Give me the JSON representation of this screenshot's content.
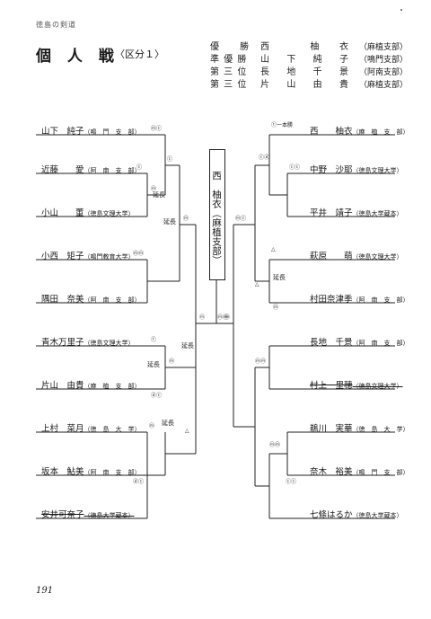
{
  "header": "徳島の剣道",
  "title": "個 人 戦",
  "subtitle": "〈区分１〉",
  "results": [
    {
      "rank": "優　　勝",
      "name": [
        "西",
        "柚",
        "衣"
      ],
      "club": "（麻植支部）"
    },
    {
      "rank": "準 優 勝",
      "name": [
        "山",
        "下",
        "純",
        "子"
      ],
      "club": "（鳴門支部）"
    },
    {
      "rank": "第 三 位",
      "name": [
        "長",
        "地",
        "千",
        "景"
      ],
      "club": "（阿南支部）"
    },
    {
      "rank": "第 三 位",
      "name": [
        "片",
        "山",
        "由",
        "貴"
      ],
      "club": "（麻植支部）"
    }
  ],
  "champion": "西　柚衣（麻植支部）",
  "left_players": [
    {
      "name": "山下　純子",
      "club": "（鳴　門　支　部）"
    },
    {
      "name": "近藤　　愛",
      "club": "（阿　南　支　部）"
    },
    {
      "name": "小山　　董",
      "club": "（徳島文理大学）"
    },
    {
      "name": "小西　矩子",
      "club": "（鳴門教育大学）"
    },
    {
      "name": "隅田　奈美",
      "club": "（阿　南　支　部）"
    },
    {
      "name": "青木万里子",
      "club": "（徳島文理大学）"
    },
    {
      "name": "片山　由貴",
      "club": "（麻　植　支　部）"
    },
    {
      "name": "上村　菜月",
      "club": "（徳　島　大　学）"
    },
    {
      "name": "坂本　鮎美",
      "club": "（阿　南　支　部）"
    },
    {
      "name": "安井可奈子",
      "club": "（徳島大学蔵本）"
    }
  ],
  "right_players": [
    {
      "name": "西　　柚衣",
      "club": "（麻　植　支　部）"
    },
    {
      "name": "中野　沙耶",
      "club": "（徳島文理大学）"
    },
    {
      "name": "平井　靖子",
      "club": "（徳島大学蔵本）"
    },
    {
      "name": "萩原　　萌",
      "club": "（徳島文理大学）"
    },
    {
      "name": "村田奈津季",
      "club": "（阿　南　支　部）"
    },
    {
      "name": "長地　千景",
      "club": "（阿　南　支　部）"
    },
    {
      "name": "村上　里穂",
      "club": "（徳島文理大学）"
    },
    {
      "name": "鵜川　実華",
      "club": "（徳　島　大　学）"
    },
    {
      "name": "奈木　裕美",
      "club": "（鳴　門　支　部）"
    },
    {
      "name": "七條はるか",
      "club": "（徳島大学蔵本）"
    }
  ],
  "marks": {
    "m1": "ⓜⓒ",
    "m2": "ⓒ",
    "m3": "ⓒ",
    "m4": "ⓜ",
    "m5": "ⓜⓜ",
    "m6": "ⓣ",
    "m7": "ⓜ",
    "m8": "ⓓⓒ",
    "m9": "ⓜ",
    "m10": "ⓓⓒ",
    "m11": "ⓜ",
    "m12": "ⓜ",
    "m13": "ⓜ",
    "m14": "ⓜⓜ",
    "r1": "ⓣ一本勝",
    "r2": "ⓒⓓ",
    "r3": "ⓒⓒ",
    "r4": "△",
    "r5": "△",
    "r6": "ⓜ",
    "r7": "ⓜⓜ",
    "r8": "ⓜⓜ",
    "r9": "ⓒⓒ",
    "r10": "ⓜⓒ",
    "r11": "ⓜⓒ",
    "r12": "ⓜ",
    "t1": "△"
  },
  "ext": "延長",
  "page_number": "191"
}
